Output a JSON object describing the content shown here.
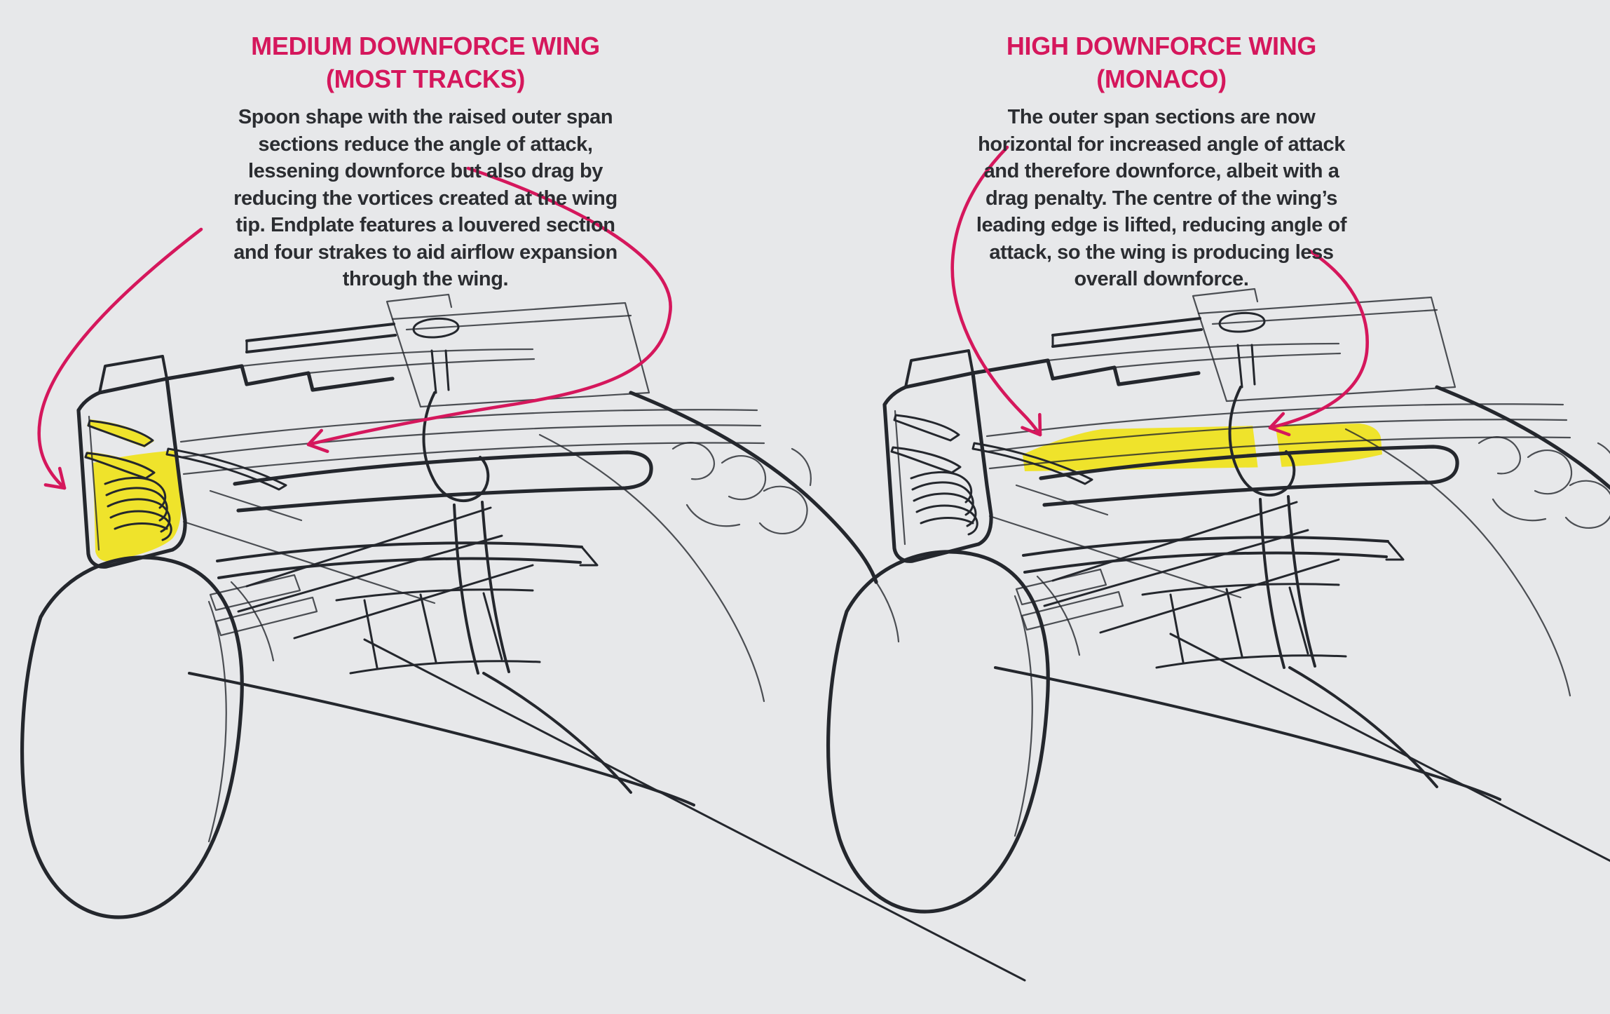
{
  "colors": {
    "accent": "#d5175c",
    "yellow": "#efe32b",
    "ink": "#24272d",
    "bg": "#e7e8ea",
    "body_text": "#2b2d31"
  },
  "panels": [
    {
      "id": "medium-downforce",
      "title_line1": "MEDIUM DOWNFORCE WING",
      "title_line2": "(MOST TRACKS)",
      "body_lines": [
        "Spoon shape with the raised outer span",
        "sections reduce the angle of attack,",
        "lessening downforce but also drag by",
        "reducing the vortices created at the wing",
        "tip. Endplate features a louvered section",
        "and four strakes to aid airflow expansion",
        "through the wing."
      ]
    },
    {
      "id": "high-downforce",
      "title_line1": "HIGH DOWNFORCE WING",
      "title_line2": "(MONACO)",
      "body_lines": [
        "The outer span sections are now",
        "horizontal for increased angle of attack",
        "and therefore downforce, albeit with a",
        "drag penalty. The centre of the wing’s",
        "leading edge is lifted, reducing angle of",
        "attack, so the wing is producing less",
        "overall downforce."
      ]
    }
  ]
}
